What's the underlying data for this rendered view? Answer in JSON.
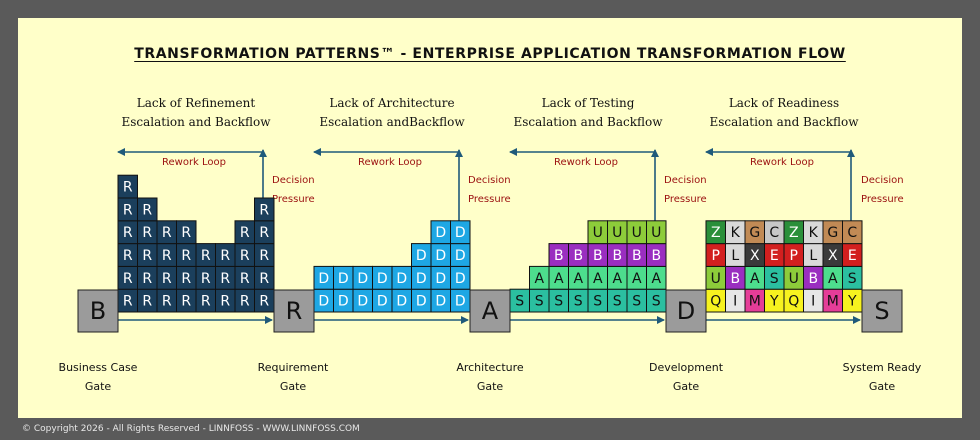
{
  "title": "TRANSFORMATION PATTERNS™ - ENTERPRISE APPLICATION TRANSFORMATION FLOW",
  "headings": [
    {
      "line1": "Lack of Refinement",
      "line2": "Escalation and Backflow"
    },
    {
      "line1": "Lack of Architecture",
      "line2": "Escalation andBackflow"
    },
    {
      "line1": "Lack of Testing",
      "line2": "Escalation and Backflow"
    },
    {
      "line1": "Lack of Readiness",
      "line2": "Escalation and Backflow"
    }
  ],
  "rework_loop_label": "Rework Loop",
  "decision_pressure": {
    "line1": "Decision",
    "line2": "Pressure"
  },
  "gates": [
    {
      "letter": "B",
      "name": "Business Case",
      "sub": "Gate"
    },
    {
      "letter": "R",
      "name": "Requirement",
      "sub": "Gate"
    },
    {
      "letter": "A",
      "name": "Architecture",
      "sub": "Gate"
    },
    {
      "letter": "D",
      "name": "Development",
      "sub": "Gate"
    },
    {
      "letter": "S",
      "name": "System Ready",
      "sub": "Gate"
    }
  ],
  "stacks": [
    {
      "letter": "R",
      "fill": "#1b3f5c",
      "text_color": "#ffffff",
      "column_heights": [
        6,
        5,
        4,
        4,
        3,
        3,
        4,
        5
      ]
    },
    {
      "letter": "D",
      "fill": "#1ea7e4",
      "text_color": "#ffffff",
      "column_heights": [
        2,
        2,
        2,
        2,
        2,
        3,
        4,
        4
      ]
    },
    {
      "letter": "",
      "fill": "",
      "text_color": "#111111",
      "column_heights": [
        1,
        2,
        3,
        3,
        4,
        4,
        4,
        4
      ],
      "row_letters": [
        "S",
        "A",
        "B",
        "U"
      ],
      "row_fills": [
        "#2bbfa0",
        "#4ddd8d",
        "#9a2ec0",
        "#8dcc3a"
      ]
    },
    {
      "letter": "",
      "fill": "",
      "text_color": "#111111",
      "column_heights": [
        4,
        4,
        4,
        4,
        4,
        4,
        4,
        4
      ],
      "rows": [
        {
          "letters": [
            "Q",
            "I",
            "M",
            "Y",
            "Q",
            "I",
            "M",
            "Y"
          ],
          "fills": [
            "#f7f21f",
            "#e6e6e6",
            "#e53d98",
            "#f7f21f",
            "#f7f21f",
            "#e6e6e6",
            "#e53d98",
            "#f7f21f"
          ]
        },
        {
          "letters": [
            "U",
            "B",
            "A",
            "S",
            "U",
            "B",
            "A",
            "S"
          ],
          "fills": [
            "#8dcc3a",
            "#9a2ec0",
            "#4ddd8d",
            "#2bbfa0",
            "#8dcc3a",
            "#9a2ec0",
            "#4ddd8d",
            "#2bbfa0"
          ]
        },
        {
          "letters": [
            "P",
            "L",
            "X",
            "E",
            "P",
            "L",
            "X",
            "E"
          ],
          "fills": [
            "#d21f1f",
            "#d9d9d9",
            "#3a3a3a",
            "#d21f1f",
            "#d21f1f",
            "#d9d9d9",
            "#3a3a3a",
            "#d21f1f"
          ]
        },
        {
          "letters": [
            "Z",
            "K",
            "G",
            "C",
            "Z",
            "K",
            "G",
            "C"
          ],
          "fills": [
            "#2a8f3a",
            "#d9d9d9",
            "#c18a55",
            "#c7c7c7",
            "#2a8f3a",
            "#d9d9d9",
            "#c18a55",
            "#c18a55"
          ]
        }
      ]
    }
  ],
  "colors": {
    "background": "#ffffc9",
    "frame": "#5a5a5a",
    "gate_fill": "#9b9b9b",
    "arrow": "#1f5a7a",
    "label_red": "#9b1010"
  },
  "footer": "© Copyright 2026 - All Rights Reserved - LINNFOSS - WWW.LINNFOSS.COM"
}
